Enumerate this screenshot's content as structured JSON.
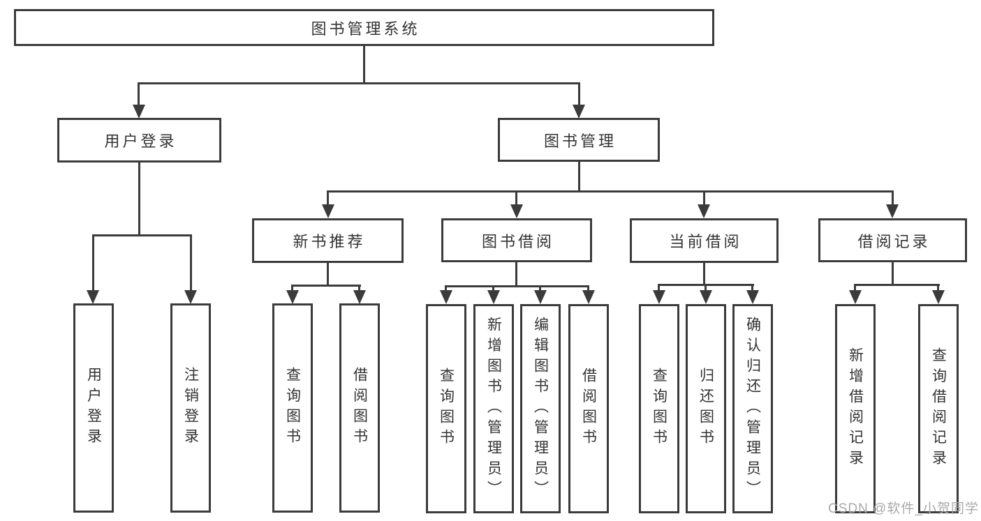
{
  "diagram": {
    "type": "hierarchy-tree",
    "nodes": {
      "root": "图书管理系统",
      "user_login": "用户登录",
      "book_mgmt": "图书管理",
      "new_books": "新书推荐",
      "book_borrow": "图书借阅",
      "current_borrow": "当前借阅",
      "borrow_records": "借阅记录",
      "leaf_user_login": "用户登录",
      "leaf_logout": "注销登录",
      "leaf_nb_query": "查询图书",
      "leaf_nb_borrow": "借阅图书",
      "leaf_bb_query": "查询图书",
      "leaf_bb_add": "新增图书（管理员）",
      "leaf_bb_edit": "编辑图书（管理员）",
      "leaf_bb_borrow": "借阅图书",
      "leaf_cb_query": "查询图书",
      "leaf_cb_return": "归还图书",
      "leaf_cb_confirm": "确认归还（管理员）",
      "leaf_br_add": "新增借阅记录",
      "leaf_br_query": "查询借阅记录"
    },
    "edges": [
      [
        "图书管理系统",
        "用户登录"
      ],
      [
        "图书管理系统",
        "图书管理"
      ],
      [
        "用户登录",
        "用户登录(叶)"
      ],
      [
        "用户登录",
        "注销登录"
      ],
      [
        "图书管理",
        "新书推荐"
      ],
      [
        "图书管理",
        "图书借阅"
      ],
      [
        "图书管理",
        "当前借阅"
      ],
      [
        "图书管理",
        "借阅记录"
      ],
      [
        "新书推荐",
        "查询图书"
      ],
      [
        "新书推荐",
        "借阅图书"
      ],
      [
        "图书借阅",
        "查询图书"
      ],
      [
        "图书借阅",
        "新增图书（管理员）"
      ],
      [
        "图书借阅",
        "编辑图书（管理员）"
      ],
      [
        "图书借阅",
        "借阅图书"
      ],
      [
        "当前借阅",
        "查询图书"
      ],
      [
        "当前借阅",
        "归还图书"
      ],
      [
        "当前借阅",
        "确认归还（管理员）"
      ],
      [
        "借阅记录",
        "新增借阅记录"
      ],
      [
        "借阅记录",
        "查询借阅记录"
      ]
    ],
    "watermark": "CSDN @软件_小贺同学",
    "colors": {
      "line": "#3b3b3b",
      "text": "#333333",
      "watermark": "#a9a9a9",
      "background": "#ffffff"
    }
  }
}
